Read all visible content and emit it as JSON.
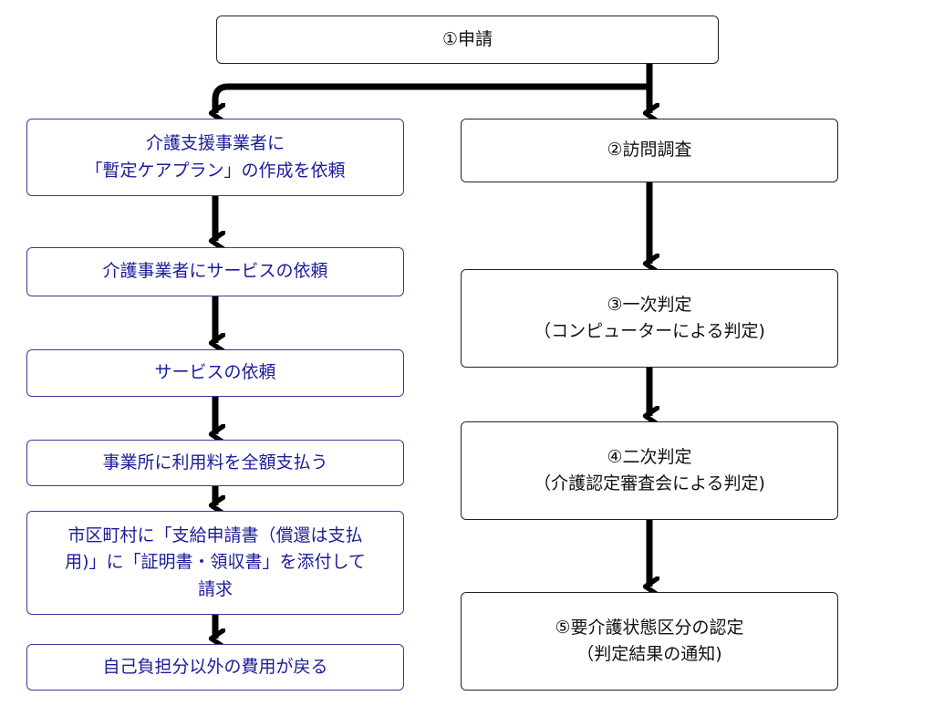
{
  "start": {
    "lines": [
      "①申請"
    ]
  },
  "left_steps": [
    {
      "lines": [
        "介護支援事業者に",
        "「暫定ケアプラン」の作成を依頼"
      ]
    },
    {
      "lines": [
        "介護事業者にサービスの依頼"
      ]
    },
    {
      "lines": [
        "サービスの依頼"
      ]
    },
    {
      "lines": [
        "事業所に利用料を全額支払う"
      ]
    },
    {
      "lines": [
        "市区町村に「支給申請書（償還は支払",
        "用)」に「証明書・領収書」を添付して",
        "請求"
      ]
    },
    {
      "lines": [
        "自己負担分以外の費用が戻る"
      ]
    }
  ],
  "right_steps": [
    {
      "lines": [
        "②訪問調査"
      ]
    },
    {
      "lines": [
        "③一次判定",
        "（コンピューターによる判定)"
      ]
    },
    {
      "lines": [
        "④二次判定",
        "（介護認定審査会による判定)"
      ]
    },
    {
      "lines": [
        "⑤要介護状態区分の認定",
        "（判定結果の通知)"
      ]
    }
  ],
  "colors": {
    "left_text": "#1c1c9a",
    "left_border": "#3b3b9c",
    "right_text": "#111111",
    "right_border": "#222222",
    "arrow": "#000000"
  }
}
